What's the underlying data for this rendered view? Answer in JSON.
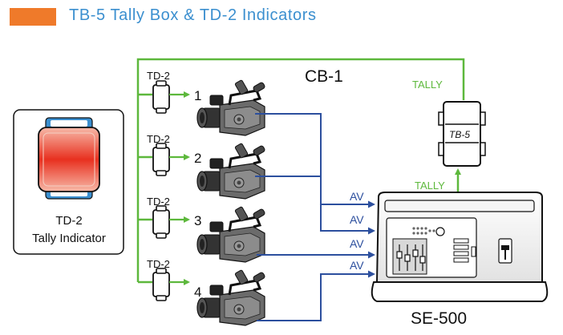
{
  "header": {
    "title": "TB-5 Tally Box & TD-2 Indicators"
  },
  "labels": {
    "cable": "CB-1",
    "tally_top": "TALLY",
    "tally_bottom": "TALLY",
    "tally_box": "TB-5",
    "switcher": "SE-500",
    "indicator_model": "TD-2",
    "indicator_caption": "Tally Indicator",
    "av_signal": "AV"
  },
  "cameras": [
    {
      "number": "1",
      "indicator": "TD-2"
    },
    {
      "number": "2",
      "indicator": "TD-2"
    },
    {
      "number": "3",
      "indicator": "TD-2"
    },
    {
      "number": "4",
      "indicator": "TD-2"
    }
  ],
  "av_inputs": [
    "AV",
    "AV",
    "AV",
    "AV"
  ],
  "colors": {
    "accent_orange": "#ef7a2a",
    "tally_green": "#5db83c",
    "av_blue": "#2c4f9e",
    "indicator_red": "#e84a3a",
    "indicator_frame": "#3b8fcf"
  }
}
